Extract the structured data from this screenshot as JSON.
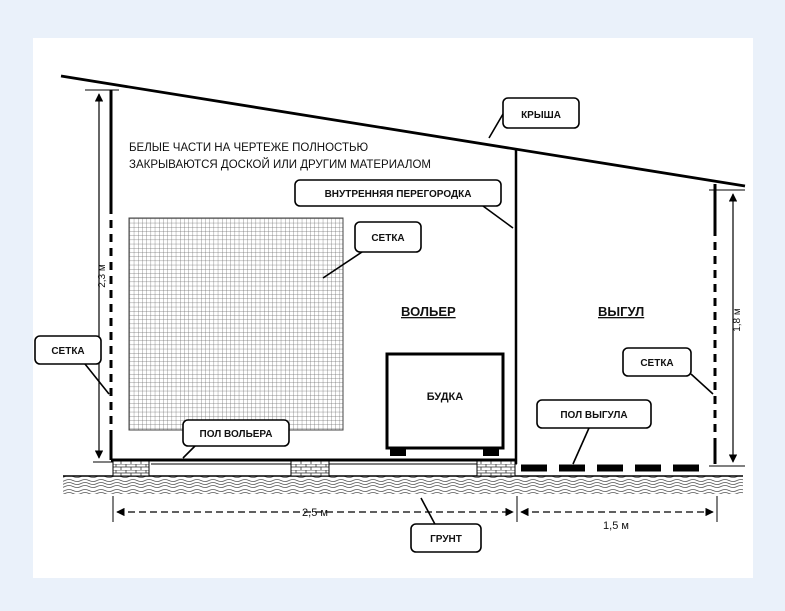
{
  "note": {
    "line1": "БЕЛЫЕ ЧАСТИ НА ЧЕРТЕЖЕ ПОЛНОСТЬЮ",
    "line2": "ЗАКРЫВАЮТСЯ ДОСКОЙ ИЛИ ДРУГИМ  МАТЕРИАЛОМ"
  },
  "labels": {
    "roof": "КРЫША",
    "partition": "ВНУТРЕННЯЯ ПЕРЕГОРОДКА",
    "mesh_panel": "СЕТКА",
    "mesh_left": "СЕТКА",
    "mesh_right": "СЕТКА",
    "enclosure": "ВОЛЬЕР",
    "run": "ВЫГУЛ",
    "kennel": "БУДКА",
    "enclosure_floor": "ПОЛ ВОЛЬЕРА",
    "run_floor": "ПОЛ ВЫГУЛА",
    "ground": "ГРУНТ"
  },
  "dimensions": {
    "left_height": "2,3 м",
    "right_height": "1,8 м",
    "enclosure_width": "2,5 м",
    "run_width": "1,5  м"
  },
  "colors": {
    "page_background": "#eaf1fa",
    "drawing_background": "#ffffff",
    "ink": "#000000"
  }
}
